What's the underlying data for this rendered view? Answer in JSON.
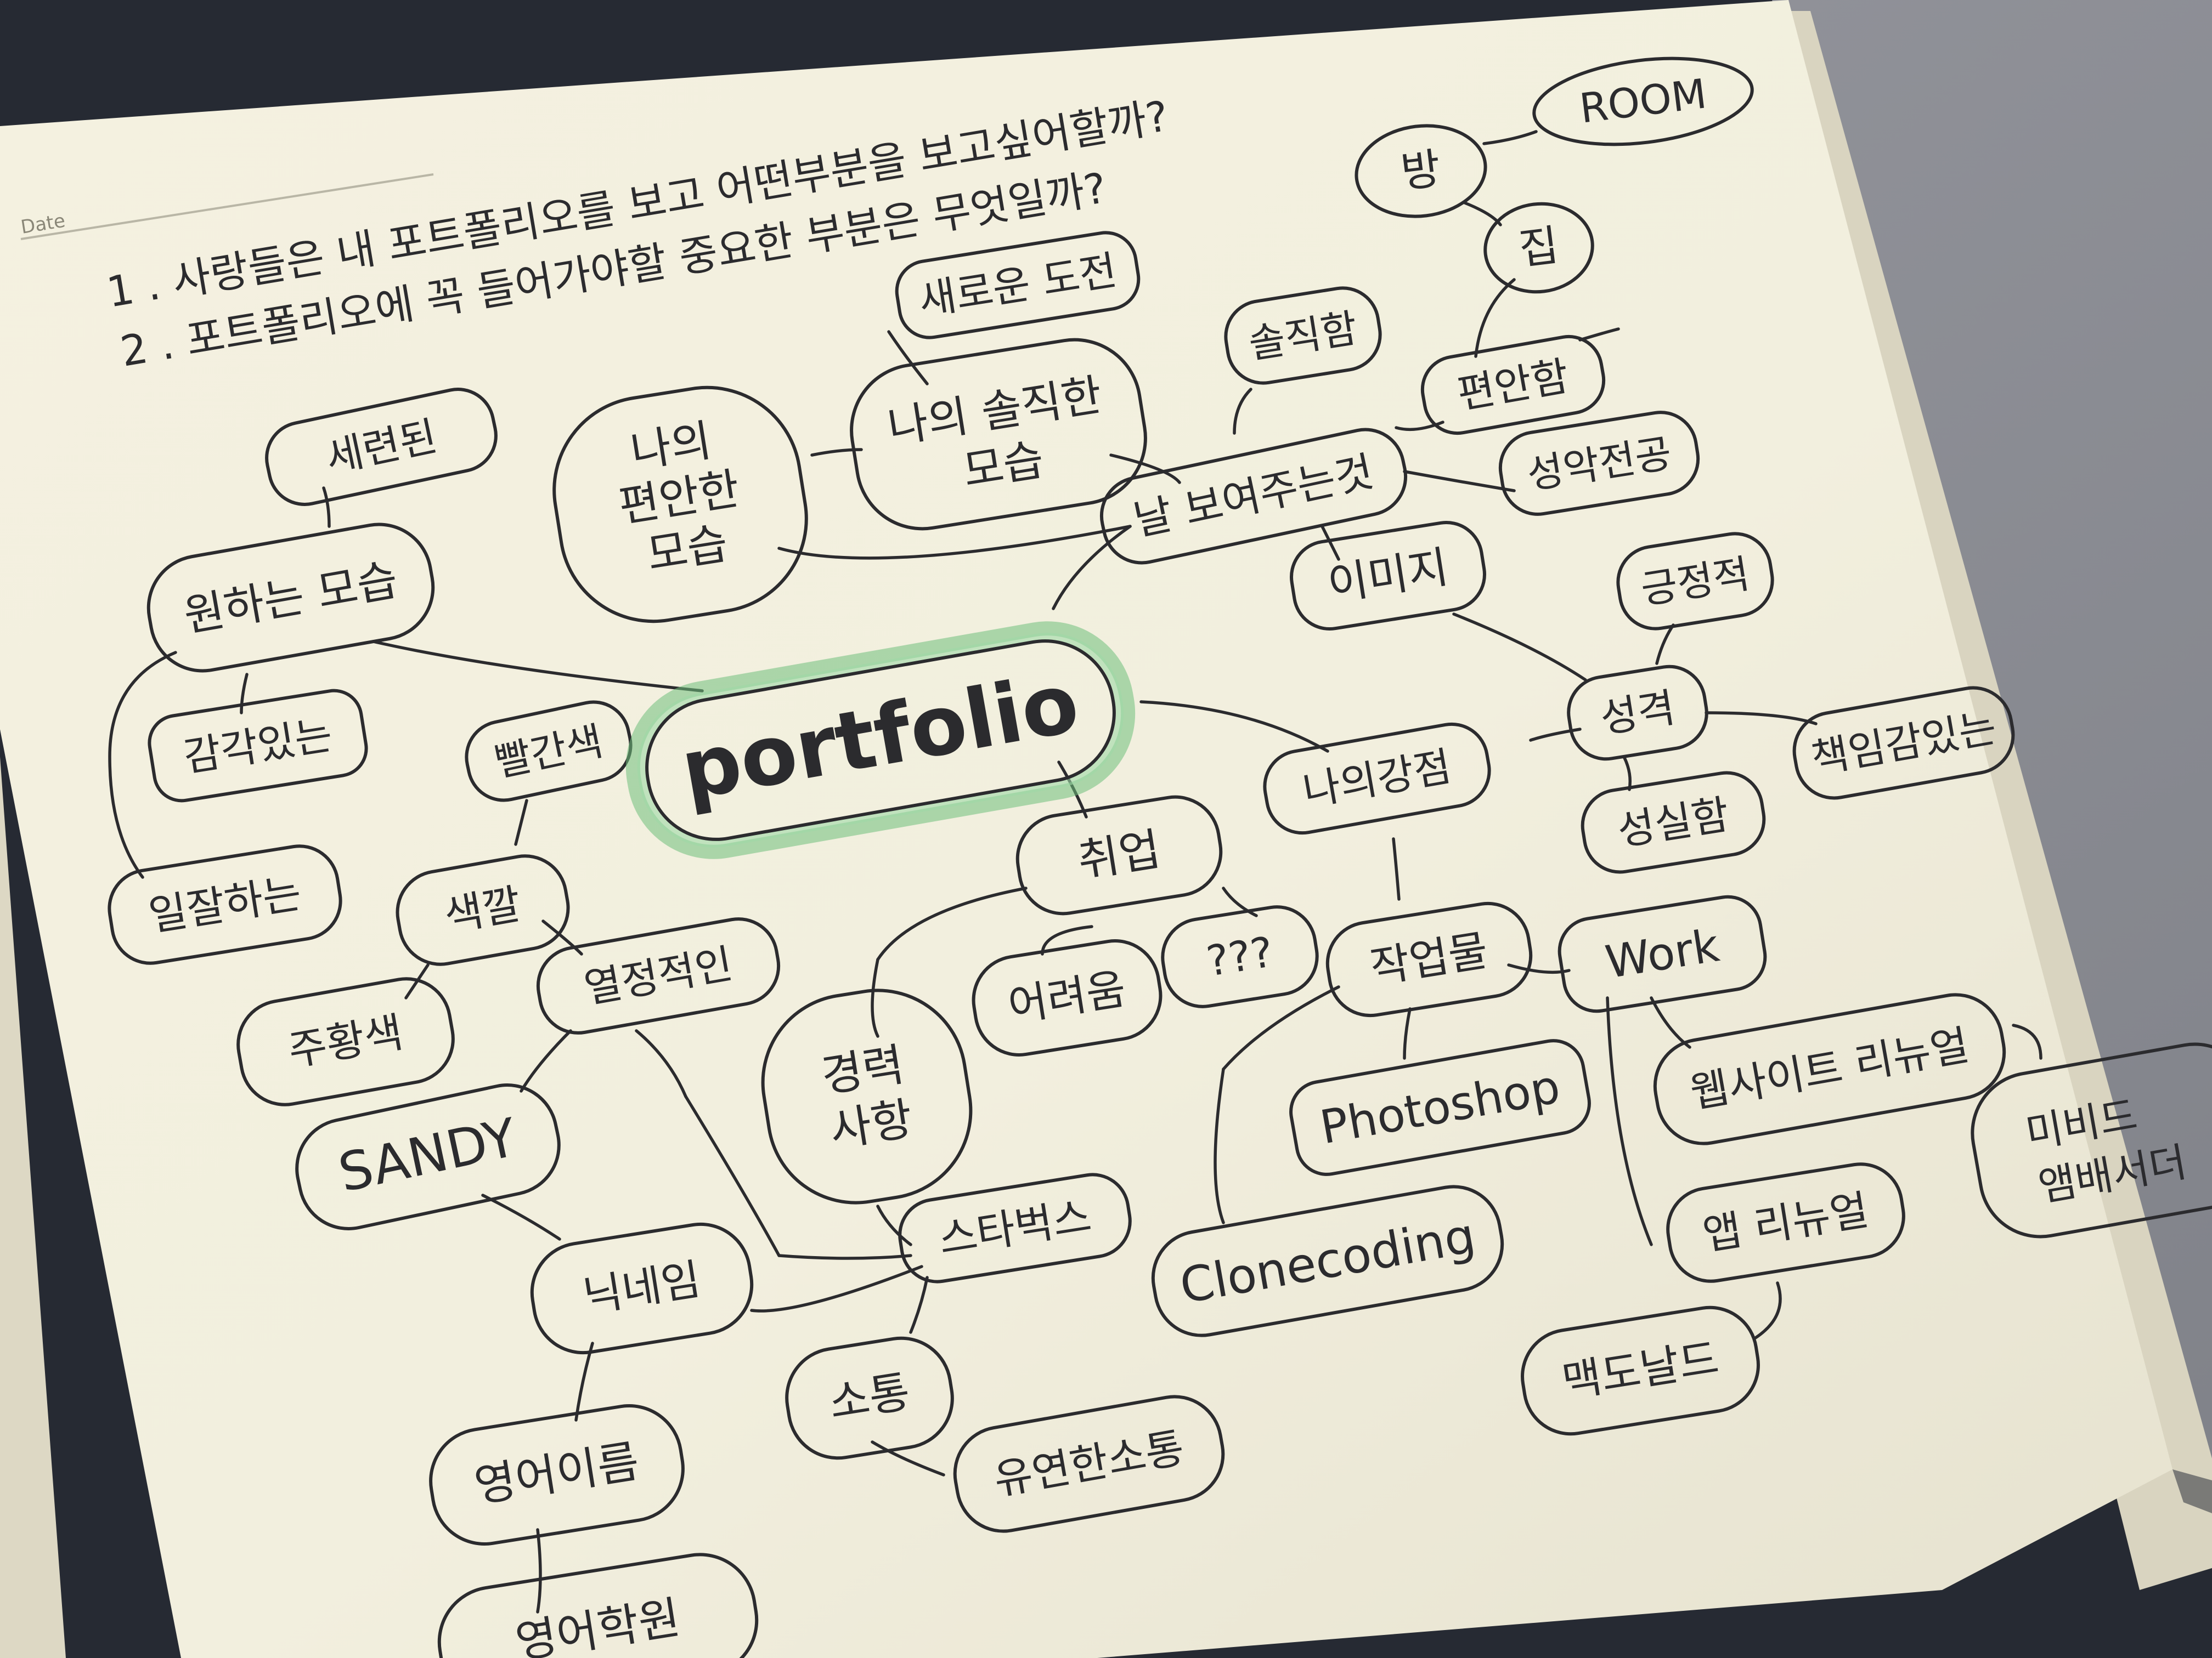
{
  "page": {
    "date_label": "Date",
    "questions": [
      "1 . 사랑들은 내 포트폴리오를 보고 어떤부분을 보고싶어할까?",
      "2 . 포트폴리오에 꼭 들어가야할 중요한 부분은 무엇일까?"
    ]
  },
  "mindmap": {
    "center": "portfolio",
    "nodes": {
      "room": "ROOM",
      "bang": "방",
      "jip": "집",
      "pyeonanham": "편안함",
      "seongakjeongong": "성악전공",
      "solid": "솔직함",
      "new_challenge": "새로운 도전",
      "honest_me_1": "나의 솔직한",
      "honest_me_2": "모습",
      "comfy_me_1": "나의",
      "comfy_me_2": "편안한",
      "comfy_me_3": "모습",
      "show_me": "날 보여주는것",
      "image": "이미지",
      "positive": "긍정적",
      "personality": "성격",
      "responsible": "책임감있는",
      "sincere": "성실함",
      "my_strength": "나의강점",
      "refined": "세련된",
      "wanted_look": "원하는 모습",
      "sensible": "감각있는",
      "competent": "일잘하는",
      "red": "빨간색",
      "color": "색깔",
      "orange": "주황색",
      "passionate": "열정적인",
      "sandy": "SANDY",
      "nickname": "닉네임",
      "english_name": "영어이름",
      "academy": "영어학원",
      "job": "취업",
      "hard": "어려움",
      "qqq": "???",
      "career_1": "경력",
      "career_2": "사항",
      "starbucks": "스타벅스",
      "communication": "소통",
      "flexible_comm": "유연한소통",
      "works": "작업물",
      "photoshop": "Photoshop",
      "clonecoding": "Clonecoding",
      "work": "Work",
      "website_renewal": "웹사이트 리뉴얼",
      "app_renewal": "앱 리뉴얼",
      "mcdonalds": "맥도날드",
      "ambassador_1": "미비드",
      "ambassador_2": "앰배서더"
    }
  },
  "colors": {
    "paper": "#f3f0df",
    "ink": "#2b2b2e",
    "highlight": "#6fbf7c",
    "binder": "#262a33",
    "table": "#8e9097"
  }
}
